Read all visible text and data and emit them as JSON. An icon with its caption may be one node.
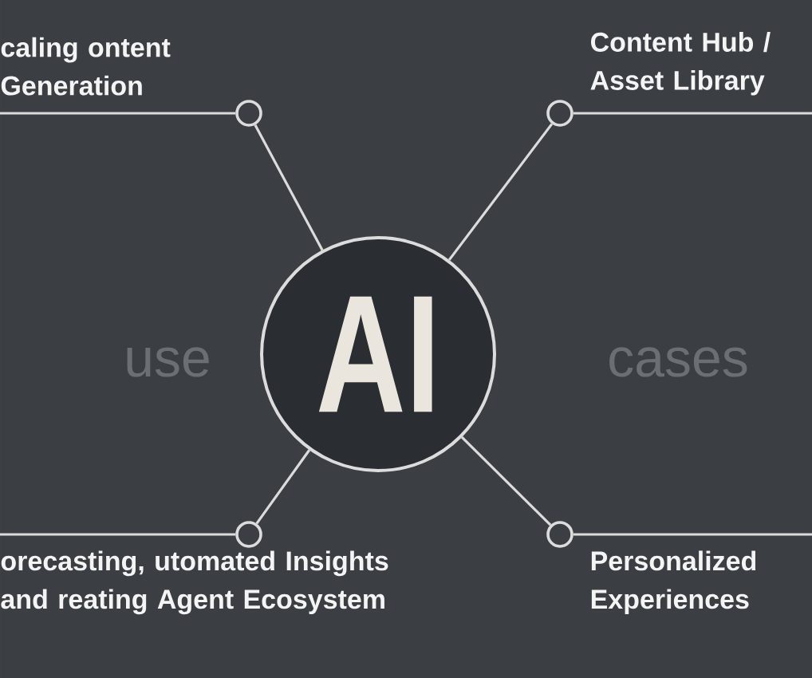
{
  "diagram": {
    "nodes": [
      {
        "text": [
          "caling ontent Generation"
        ]
      },
      {
        "text": [
          "Content Hub / Asset Library"
        ]
      },
      {
        "text": [],
        "shape": "circle"
      },
      {
        "text": [],
        "shape": "circle"
      },
      {
        "text": [
          "AI"
        ]
      },
      {
        "text": [],
        "shape": "circle"
      },
      {
        "text": [],
        "shape": "circle"
      },
      {
        "text": [
          "orecasting, utomated Insights and reating Agent Ecosystem"
        ]
      },
      {
        "text": [
          "Personalized Experiences"
        ]
      }
    ],
    "edges": [
      {
        "from": 0,
        "to": 2,
        "arrow": "none"
      },
      {
        "from": 3,
        "to": 1,
        "arrow": "none"
      },
      {
        "from": 2,
        "to": 4,
        "arrow": "none"
      },
      {
        "from": 3,
        "to": 4,
        "arrow": "none"
      },
      {
        "from": 5,
        "to": 4,
        "arrow": "none"
      },
      {
        "from": 6,
        "to": 4,
        "arrow": "none"
      },
      {
        "from": 7,
        "to": 5,
        "arrow": "none"
      },
      {
        "from": 6,
        "to": 8,
        "arrow": "none"
      }
    ],
    "labels": [
      "use",
      "cases"
    ]
  }
}
